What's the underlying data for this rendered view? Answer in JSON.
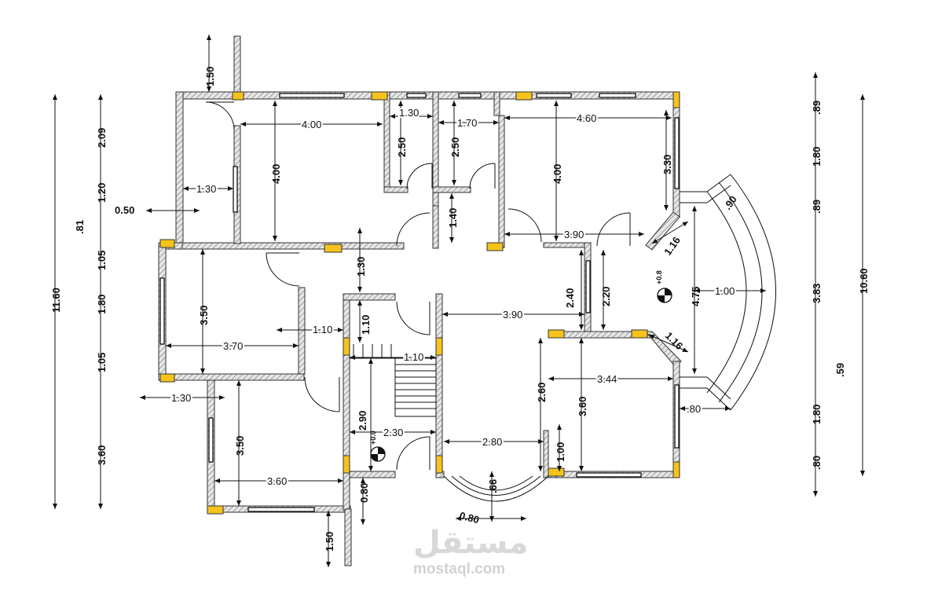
{
  "colors": {
    "wall": "#555555",
    "hatch": "#9a9a9a",
    "column": "#f5c31c",
    "line": "#111111",
    "watermark": "#d6d6d6"
  },
  "left_total": "11.60",
  "left_chain": [
    "1.50",
    "2.09",
    "1.20",
    "0.50",
    ".81",
    "1.05",
    "1.80",
    "1.05",
    "3.60",
    "1.50"
  ],
  "right_total": "10.60",
  "right_chain": [
    ".89",
    "1.80",
    ".89",
    "3.83",
    ".59",
    "1.80",
    ".80"
  ],
  "top_row": {
    "w1": "4.00",
    "w2": "1.30",
    "w3": "1.70",
    "w4": "4.60",
    "h1": "4.00",
    "h2": "2.50",
    "h3": "2.50",
    "h4": "4.00",
    "h5": "3.30"
  },
  "middle": {
    "bath_w": "1.30",
    "small_h": "1.40",
    "hall_w": "3.90",
    "corr_h": "1.30",
    "lobby_w": "3.90",
    "h_2_40": "2.40",
    "h_2_20": "2.20",
    "diag1": "1.16",
    "diag2": "1.16",
    "bay_w": "1.00",
    "bay_h": "4.75",
    "bay_top": ".90"
  },
  "left_rooms": {
    "r1_h": "3.50",
    "r1_w": "3.70",
    "door_w": "1.10",
    "r2_h": "3.50",
    "r2_w": "3.60",
    "side_w": "1.30"
  },
  "stair": {
    "h1": "1.10",
    "w1": "1.10",
    "h2": "2.90",
    "w2": "2.30",
    "bottom": "0.80",
    "level": "+0.0"
  },
  "lower_right": {
    "h1": "2.60",
    "h2": "3.60",
    "w1": "3.44",
    "w2": "2.80",
    "h3": "1.00",
    "bay": ".66",
    "bay2": "0.80",
    "window": ".80"
  },
  "level_mark": "+0.8",
  "watermark": {
    "arabic": "مستقل",
    "latin": "mostaql.com"
  }
}
